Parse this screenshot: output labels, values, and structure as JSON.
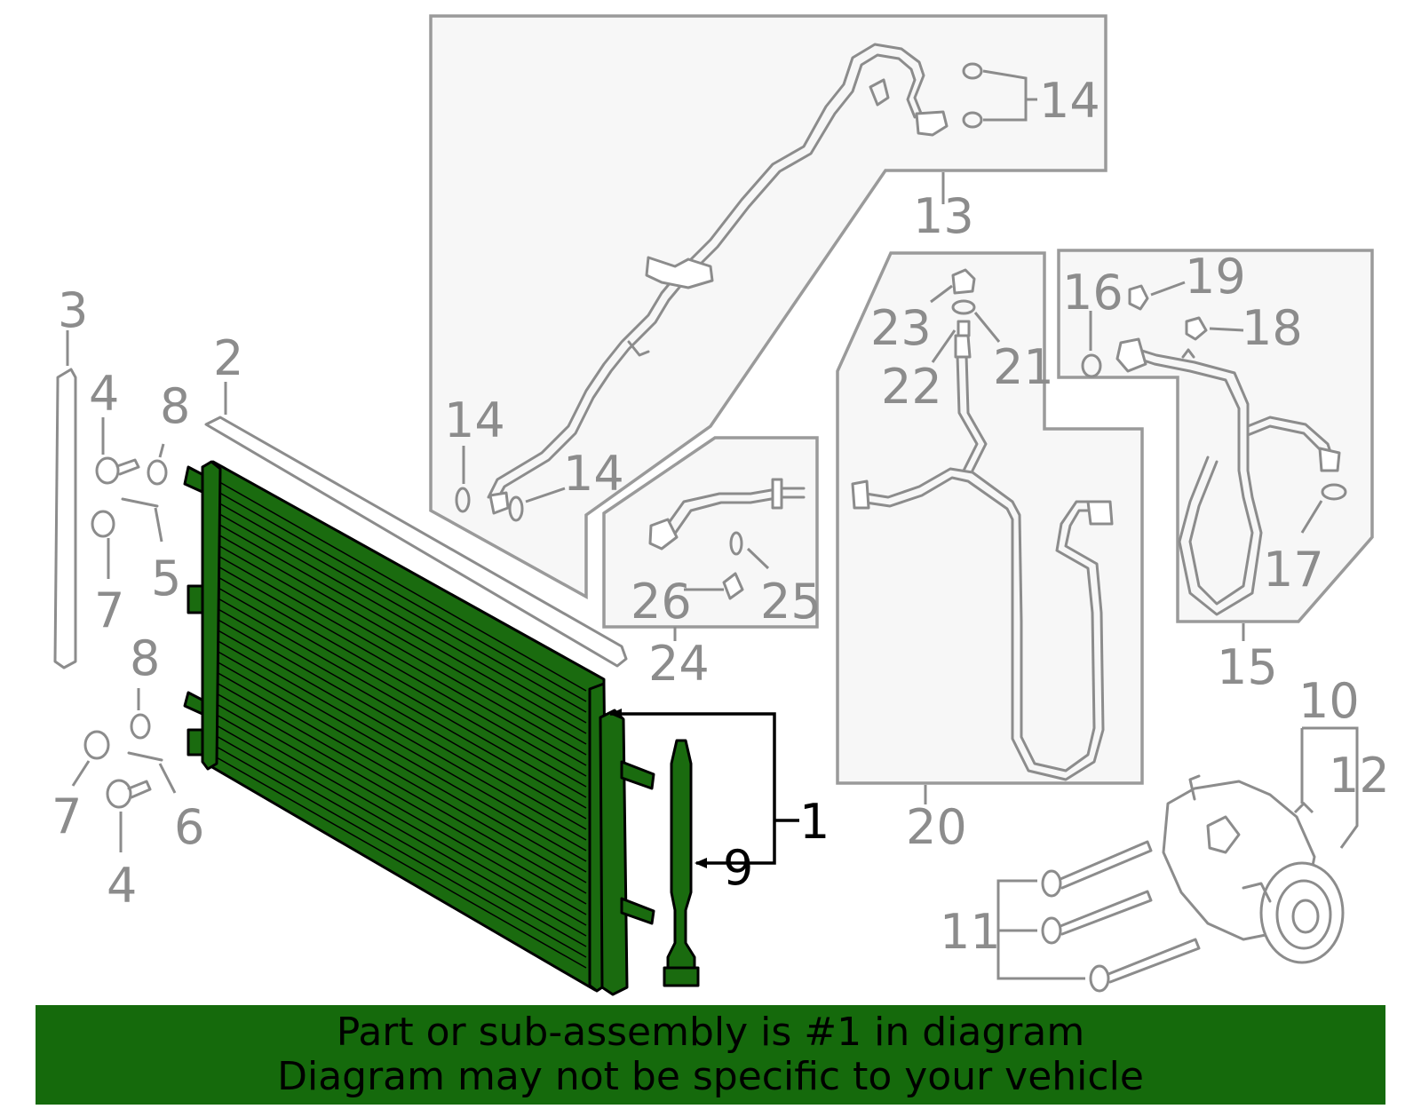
{
  "colors": {
    "highlight_part": "#1a6b0f",
    "banner_background": "#156a0c",
    "callout_gray": "#8c8c8c",
    "callout_active": "#000000",
    "box_background": "#f7f7f7"
  },
  "callouts": {
    "c1": "1",
    "c2": "2",
    "c3": "3",
    "c4a": "4",
    "c4b": "4",
    "c5": "5",
    "c6": "6",
    "c7a": "7",
    "c7b": "7",
    "c8a": "8",
    "c8b": "8",
    "c9": "9",
    "c10": "10",
    "c11": "11",
    "c12": "12",
    "c13": "13",
    "c14a": "14",
    "c14b": "14",
    "c14c": "14",
    "c15": "15",
    "c16": "16",
    "c17": "17",
    "c18": "18",
    "c19": "19",
    "c20": "20",
    "c21": "21",
    "c22": "22",
    "c23": "23",
    "c24": "24",
    "c25": "25",
    "c26": "26"
  },
  "banner": {
    "line1": "Part or sub-assembly is #1 in diagram",
    "line2": "Diagram may not be specific to your vehicle"
  }
}
